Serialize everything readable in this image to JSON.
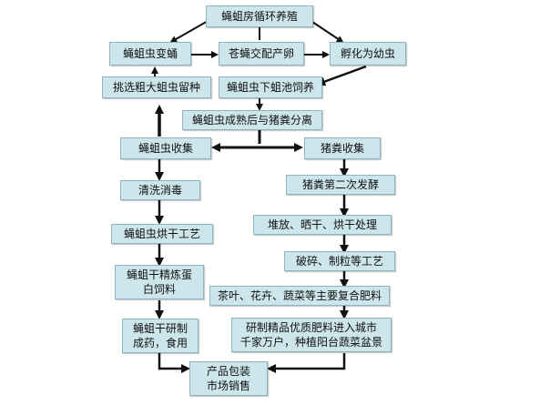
{
  "nodes": {
    "top": "蝇蛆房循环养殖",
    "pupate": "蝇蛆虫变蛹",
    "mate": "苍蝇交配产卵",
    "hatch": "孵化为幼虫",
    "select": "挑选粗大蛆虫留种",
    "pool": "蝇蛆虫下蛆池饲养",
    "separate": "蝇蛆虫成熟后与猪粪分离",
    "collect_larvae": "蝇蛆虫收集",
    "collect_manure": "猪粪收集",
    "clean": "清洗消毒",
    "ferment": "猪粪第二次发酵",
    "dry_larvae": "蝇蛆虫烘干工艺",
    "stack_dry": "堆放、晒干、烘干处理",
    "refine": "蝇蛆干精炼蛋\n白饲料",
    "crush": "破碎、制粒等工艺",
    "fertilizer": "茶叶、花卉、蔬菜等主要复合肥料",
    "medicine": "蝇蛆干研制\n成药，食用",
    "market_fert": "研制精品优质肥料进入城市\n千家万户，种植阳台蔬菜盆景",
    "package": "产品包装\n市场销售"
  },
  "colors": {
    "box_fill": "#cde6ec",
    "box_border": "#8db4bf",
    "arrow": "#111111"
  }
}
